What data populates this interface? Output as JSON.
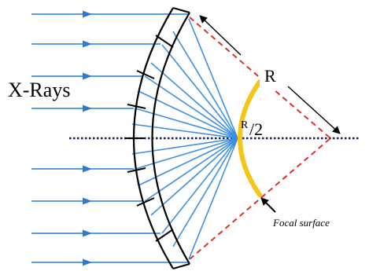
{
  "labels": {
    "xrays": "X-Rays",
    "radius": "R",
    "half_num": "R",
    "half_den": "/2",
    "focal_surface": "Focal surface"
  },
  "colors": {
    "ray": "#3d8fe0",
    "ray_arrow": "#2a7ad6",
    "construction": "#e0302a",
    "axis": "#101a5c",
    "focal": "#f5c518",
    "mirror": "#000000"
  }
}
